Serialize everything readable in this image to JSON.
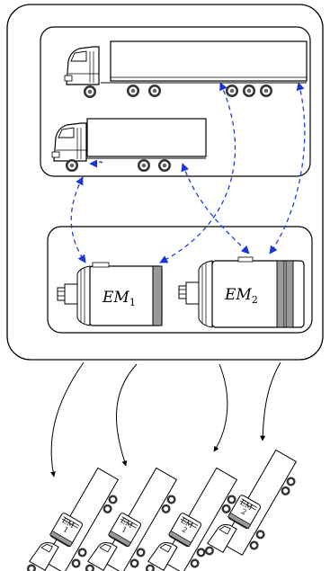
{
  "machines": [
    {
      "name": "EM",
      "subscript": "1"
    },
    {
      "name": "EM",
      "subscript": "2"
    }
  ],
  "configurations": [
    {
      "line1": "EM",
      "line2": "1"
    },
    {
      "line1": "EM",
      "line2": "1"
    },
    {
      "line1": "EM",
      "line2": "2"
    },
    {
      "line1": "EM",
      "line2": "2"
    }
  ],
  "colors": {
    "outline": "#000000",
    "dashed_arrows": "#1f3fd6",
    "arrowhead": "#1a34d8",
    "stator_gray": "#9a9a9a"
  }
}
